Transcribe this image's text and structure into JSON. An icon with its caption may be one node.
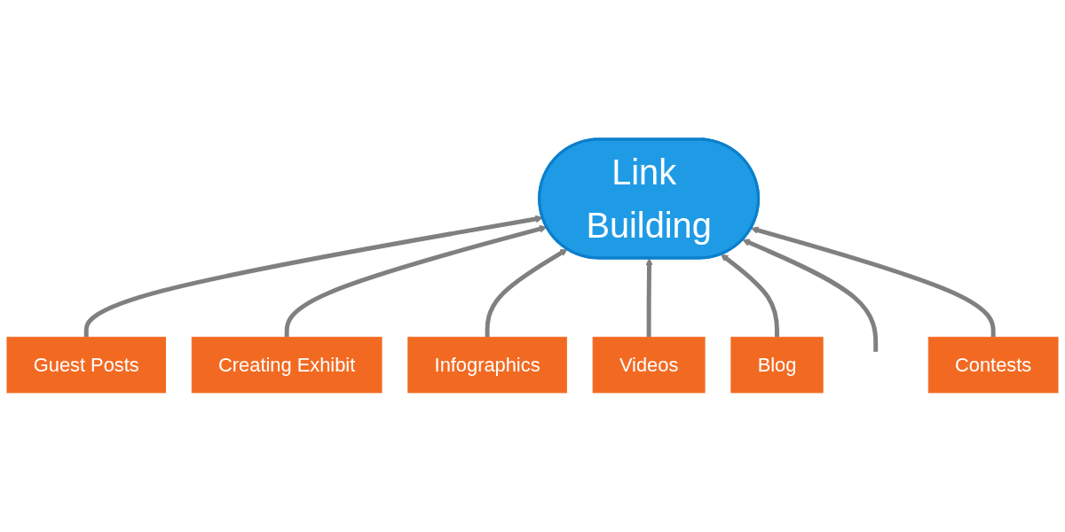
{
  "diagram": {
    "nodes": [
      {
        "text": [
          "Link Building"
        ]
      },
      {
        "text": [
          "Guest Posts"
        ]
      },
      {
        "text": [
          "Creating Exhibit"
        ]
      },
      {
        "text": [
          "Infographics"
        ]
      },
      {
        "text": [
          "Videos"
        ]
      },
      {
        "text": [
          "Blog"
        ]
      },
      {
        "text": [
          "Contests"
        ]
      }
    ],
    "edges": [
      {
        "from": 1,
        "to": 0,
        "arrow": "to"
      },
      {
        "from": 2,
        "to": 0,
        "arrow": "to"
      },
      {
        "from": 3,
        "to": 0,
        "arrow": "to"
      },
      {
        "from": 4,
        "to": 0,
        "arrow": "to"
      },
      {
        "from": 5,
        "to": 0,
        "arrow": "to"
      },
      {
        "from": null,
        "to": 0,
        "arrow": "to"
      },
      {
        "from": 6,
        "to": 0,
        "arrow": "to"
      }
    ]
  }
}
